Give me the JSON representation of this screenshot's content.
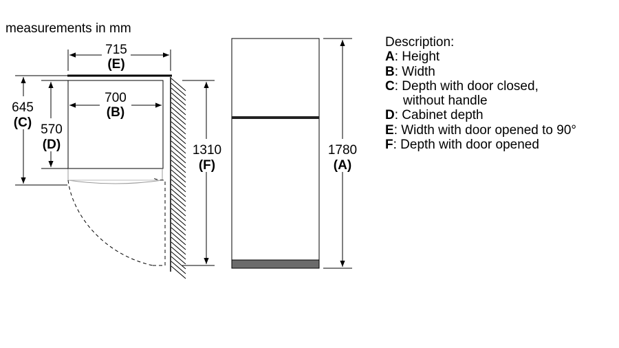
{
  "units_note": "measurements in mm",
  "dimensions": {
    "E": {
      "value": "715",
      "letter": "(E)"
    },
    "B": {
      "value": "700",
      "letter": "(B)"
    },
    "C": {
      "value": "645",
      "letter": "(C)"
    },
    "D": {
      "value": "570",
      "letter": "(D)"
    },
    "F": {
      "value": "1310",
      "letter": "(F)"
    },
    "A": {
      "value": "1780",
      "letter": "(A)"
    }
  },
  "description": {
    "title": "Description:",
    "items": [
      {
        "key": "A",
        "text": ": Height"
      },
      {
        "key": "B",
        "text": ": Width"
      },
      {
        "key": "C",
        "text": ": Depth with door closed,"
      },
      {
        "key": "",
        "text": "without handle"
      },
      {
        "key": "D",
        "text": ": Cabinet depth"
      },
      {
        "key": "E",
        "text": ": Width with door opened to 90°"
      },
      {
        "key": "F",
        "text": ": Depth with door opened"
      }
    ]
  }
}
